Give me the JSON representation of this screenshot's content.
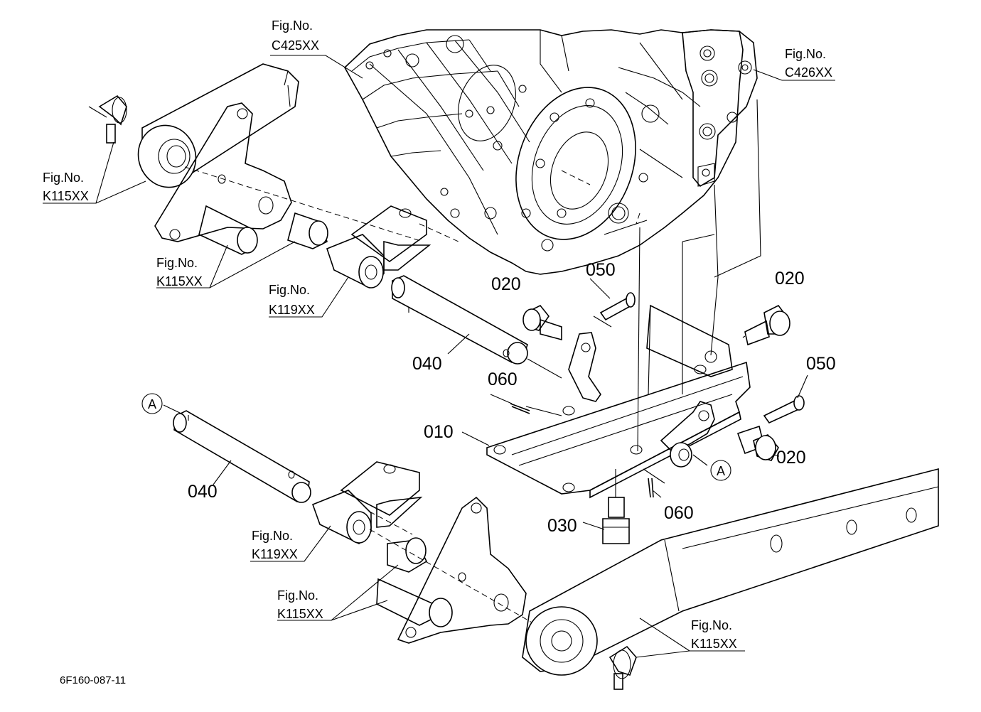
{
  "drawing_code": "6F160-087-11",
  "figure_refs": {
    "c425": {
      "prefix": "Fig.No.",
      "code": "C425XX"
    },
    "c426": {
      "prefix": "Fig.No.",
      "code": "C426XX"
    },
    "k115_upper_left": {
      "prefix": "Fig.No.",
      "code": "K115XX"
    },
    "k115_upper_mid": {
      "prefix": "Fig.No.",
      "code": "K115XX"
    },
    "k119_upper": {
      "prefix": "Fig.No.",
      "code": "K119XX"
    },
    "k119_lower": {
      "prefix": "Fig.No.",
      "code": "K119XX"
    },
    "k115_lower_mid": {
      "prefix": "Fig.No.",
      "code": "K115XX"
    },
    "k115_lower_right": {
      "prefix": "Fig.No.",
      "code": "K115XX"
    }
  },
  "parts": {
    "p010": "010",
    "p020_left": "020",
    "p020_right_top": "020",
    "p020_right_bottom": "020",
    "p030": "030",
    "p040_upper": "040",
    "p040_lower": "040",
    "p050_top": "050",
    "p050_right": "050",
    "p060_left": "060",
    "p060_bottom": "060"
  },
  "markers": {
    "a_left": "A",
    "a_right": "A"
  }
}
